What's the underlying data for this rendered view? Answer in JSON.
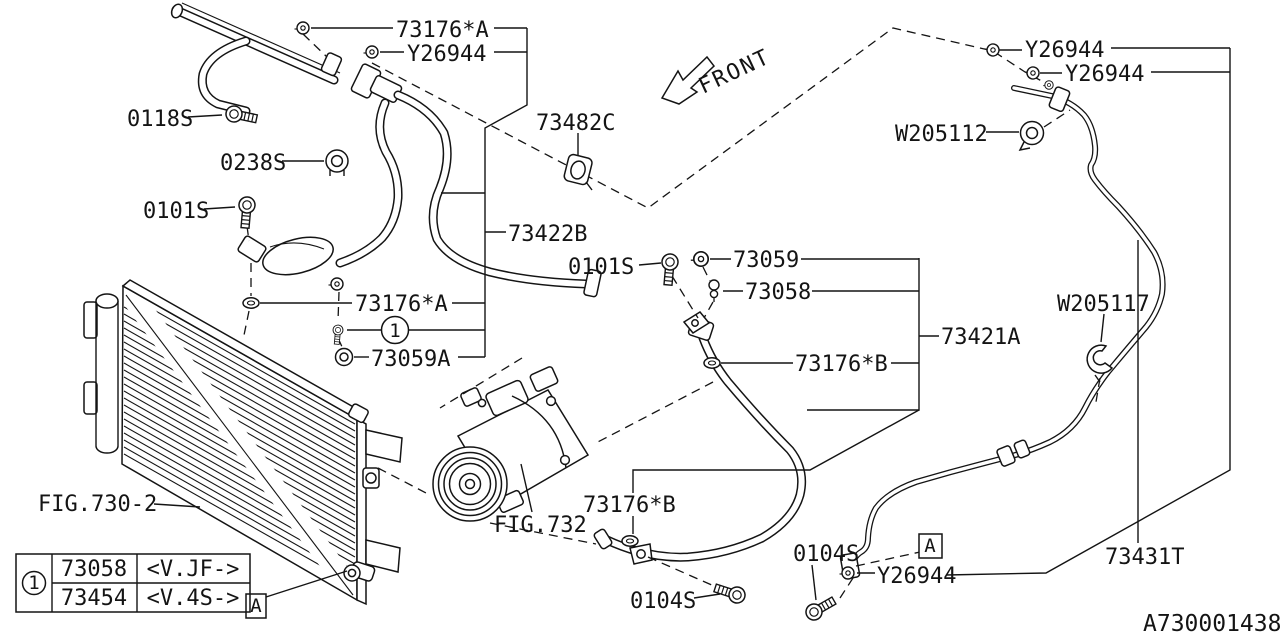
{
  "colors": {
    "ink": "#141414",
    "background": "#ffffff"
  },
  "labels": {
    "b0118s": "0118S",
    "b0238s": "0238S",
    "b0101s_left": "0101S",
    "t73176a_top": "73176*A",
    "ty26944_top": "Y26944",
    "t73482c": "73482C",
    "t73422b": "73422B",
    "t73176a_mid": "73176*A",
    "c1_main": "1",
    "t73059a": "73059A",
    "fig730": "FIG.730-2",
    "fig732": "FIG.732",
    "t73176b_low": "73176*B",
    "b0101s_mid": "0101S",
    "t73059": "73059",
    "t73058": "73058",
    "t73421a": "73421A",
    "t73176b_mid": "73176*B",
    "front": "FRONT",
    "y26944_r1": "Y26944",
    "y26944_r2": "Y26944",
    "w205112": "W205112",
    "w205117": "W205117",
    "t73431t": "73431T",
    "t0104s_1": "0104S",
    "t0104s_2": "0104S",
    "y26944_b": "Y26944",
    "a_marker_1": "A",
    "a_marker_2": "A",
    "diagram_id": "A730001438"
  },
  "legend": {
    "num": "1",
    "rows": [
      {
        "part": "73058",
        "variant": "<V.JF->"
      },
      {
        "part": "73454",
        "variant": "<V.4S->"
      }
    ]
  }
}
